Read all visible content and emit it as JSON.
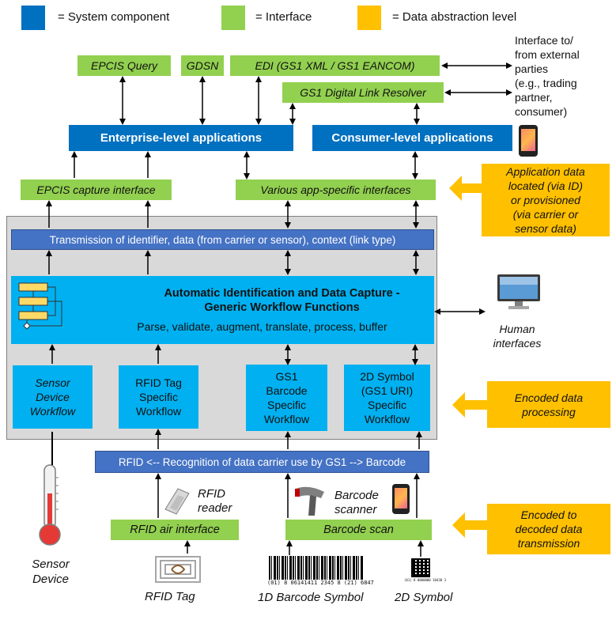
{
  "legend": {
    "system_component": "= System component",
    "interface": "= Interface",
    "data_abstraction": "= Data abstraction level",
    "colors": {
      "system": "#0070c0",
      "interface": "#92d050",
      "abstraction": "#ffc000"
    }
  },
  "top_interfaces": {
    "epcis_query": "EPCIS Query",
    "gdsn": "GDSN",
    "edi": "EDI (GS1 XML / GS1 EANCOM)",
    "digital_link": "GS1 Digital Link Resolver"
  },
  "external_parties": {
    "line1": "Interface to/",
    "line2": "from external",
    "line3": "parties",
    "line4": "(e.g., trading",
    "line5": "partner,",
    "line6": "consumer)"
  },
  "apps": {
    "enterprise": "Enterprise-level applications",
    "consumer": "Consumer-level applications"
  },
  "app_interfaces": {
    "epcis_capture": "EPCIS capture interface",
    "various": "Various app-specific interfaces"
  },
  "application_data": {
    "line1": "Application data",
    "line2": "located (via ID)",
    "line3": "or provisioned",
    "line4": "(via carrier or",
    "line5": "sensor data)"
  },
  "transmission": "Transmission of identifier, data (from carrier or sensor), context (link type)",
  "aidc": {
    "title1": "Automatic Identification and Data Capture -",
    "title2": "Generic Workflow Functions",
    "functions": "Parse, validate, augment, translate, process, buffer"
  },
  "human_interfaces": {
    "line1": "Human",
    "line2": "interfaces"
  },
  "workflows": {
    "sensor": {
      "line1": "Sensor",
      "line2": "Device",
      "line3": "Workflow"
    },
    "rfid": {
      "line1": "RFID Tag",
      "line2": "Specific",
      "line3": "Workflow"
    },
    "barcode": {
      "line1": "GS1",
      "line2": "Barcode",
      "line3": "Specific",
      "line4": "Workflow"
    },
    "symbol2d": {
      "line1": "2D Symbol",
      "line2": "(GS1 URI)",
      "line3": "Specific",
      "line4": "Workflow"
    }
  },
  "encoded_processing": {
    "line1": "Encoded data",
    "line2": "processing"
  },
  "recognition": "RFID <-- Recognition of data carrier use by GS1 --> Barcode",
  "rfid_reader": {
    "line1": "RFID",
    "line2": "reader"
  },
  "barcode_scanner": {
    "line1": "Barcode",
    "line2": "scanner"
  },
  "rfid_air": "RFID air interface",
  "barcode_scan": "Barcode scan",
  "encoded_transmission": {
    "line1": "Encoded to",
    "line2": "decoded data",
    "line3": "transmission"
  },
  "sensor_device": {
    "line1": "Sensor",
    "line2": "Device"
  },
  "rfid_tag": "RFID Tag",
  "barcode_1d": "1D Barcode Symbol",
  "barcode_1d_digits": "(01) 8 06141411 2345 8 (21) 6847",
  "symbol_2d": "2D Symbol",
  "symbol_2d_digits": "(01) 8 0000000 10430 3"
}
